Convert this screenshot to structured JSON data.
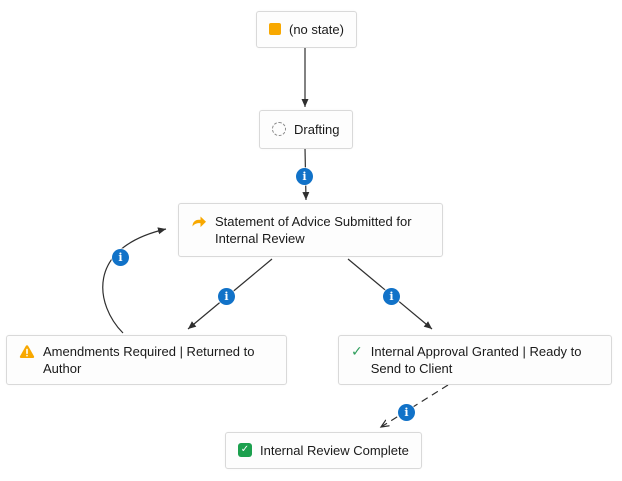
{
  "diagram": {
    "nodes": [
      {
        "id": "no-state",
        "label": "(no state)",
        "icon": "orange-square-icon"
      },
      {
        "id": "drafting",
        "label": "Drafting",
        "icon": "dashed-circle-icon"
      },
      {
        "id": "soa-internal-review",
        "label": "Statement of Advice Submitted for Internal Review",
        "icon": "curved-arrow-icon"
      },
      {
        "id": "amendments-required",
        "label": "Amendments Required | Returned to Author",
        "icon": "warning-triangle-icon"
      },
      {
        "id": "internal-approval-granted",
        "label": "Internal Approval Granted | Ready to Send to Client",
        "icon": "check-icon"
      },
      {
        "id": "internal-review-complete",
        "label": "Internal Review Complete",
        "icon": "check-square-icon"
      }
    ],
    "edges": [
      {
        "from": "no-state",
        "to": "drafting",
        "style": "solid",
        "info_badge": false
      },
      {
        "from": "drafting",
        "to": "soa-internal-review",
        "style": "solid",
        "info_badge": true
      },
      {
        "from": "soa-internal-review",
        "to": "amendments-required",
        "style": "solid",
        "info_badge": true
      },
      {
        "from": "soa-internal-review",
        "to": "internal-approval-granted",
        "style": "solid",
        "info_badge": true
      },
      {
        "from": "amendments-required",
        "to": "soa-internal-review",
        "style": "solid-curved",
        "info_badge": true
      },
      {
        "from": "internal-approval-granted",
        "to": "internal-review-complete",
        "style": "dashed",
        "info_badge": true
      }
    ]
  },
  "icons": {
    "info_glyph": "i",
    "check_glyph": "✓",
    "square_check_glyph": "✓"
  },
  "colors": {
    "amber": "#F8A800",
    "check_green": "#2E9E5C",
    "square_green": "#1CA04E",
    "info_blue": "#1172C8",
    "edge": "#2F2F2F",
    "node_border": "#D9D9D9",
    "node_bg": "#FDFDFD",
    "text": "#1A1A1A",
    "dashed_gray": "#8A8A8A"
  }
}
